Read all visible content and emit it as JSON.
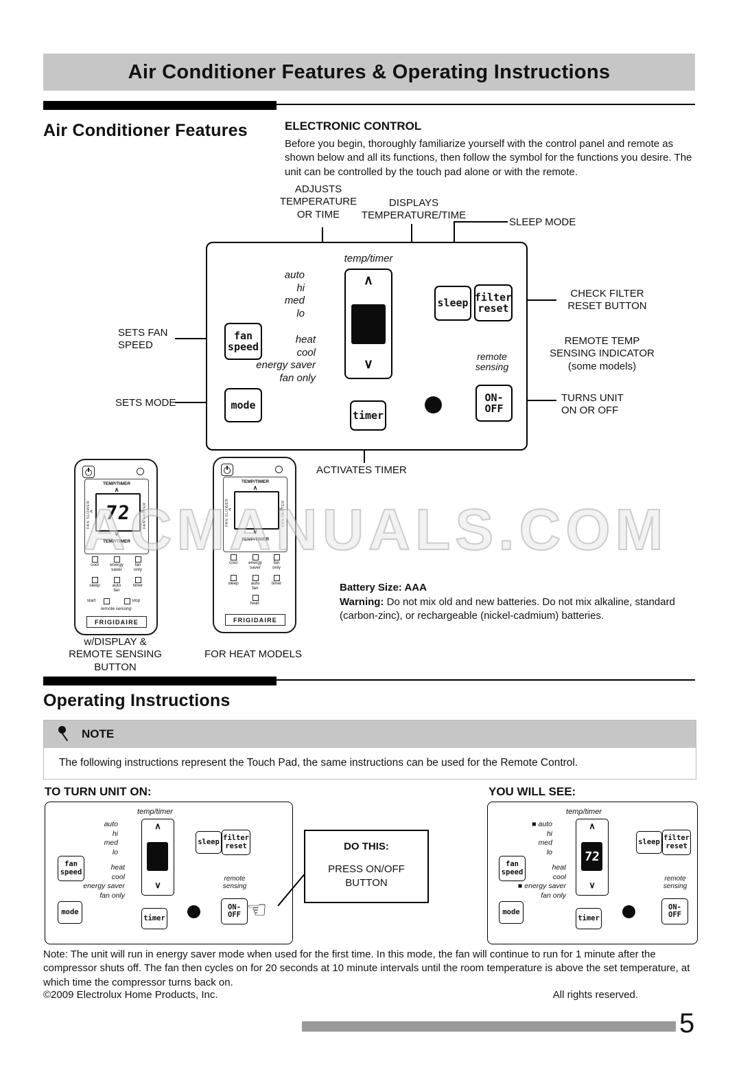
{
  "header": {
    "title": "Air Conditioner Features & Operating Instructions"
  },
  "features": {
    "heading": "Air Conditioner Features",
    "subheading": "ELECTRONIC CONTROL",
    "intro": "Before you begin, thoroughly familiarize yourself with the control panel and remote as shown below and all its functions, then follow the symbol for the functions you desire. The unit can be controlled by the touch pad alone or with the remote.",
    "callouts": {
      "adjusts_temperature": "ADJUSTS\nTEMPERATURE\nOR TIME",
      "displays_temperature": "DISPLAYS\nTEMPERATURE/TIME",
      "sleep_mode": "SLEEP MODE",
      "check_filter": "CHECK FILTER\nRESET BUTTON",
      "sets_fan_speed": "SETS FAN\nSPEED",
      "remote_temp": "REMOTE TEMP\nSENSING INDICATOR\n(some models)",
      "sets_mode": "SETS MODE",
      "turns_unit": "TURNS UNIT\nON OR OFF",
      "activates_timer": "ACTIVATES TIMER"
    }
  },
  "panel": {
    "temp_timer": "temp/timer",
    "up": "∧",
    "down": "∨",
    "fan_speeds": [
      "auto",
      "hi",
      "med",
      "lo"
    ],
    "modes": [
      "heat",
      "cool",
      "energy saver",
      "fan only"
    ],
    "fan_speed_btn": "fan\nspeed",
    "mode_btn": "mode",
    "sleep_btn": "sleep",
    "filter_reset_btn": "filter\nreset",
    "timer_btn": "timer",
    "onoff_btn": "ON-\nOFF",
    "remote_sensing": "remote\nsensing"
  },
  "remote": {
    "temp_timer": "TEMP/TIMER",
    "up": "∧",
    "down": "∨",
    "fan_slower": "FAN SLOWER",
    "fan_faster": "FAN FASTER",
    "wedge_left": "<",
    "wedge_right": ">",
    "display": "72",
    "buttons_row1": [
      "cool",
      "energy\nsaver",
      "fan\nonly"
    ],
    "buttons_row2": [
      "sleep",
      "auto\nfan",
      "timer"
    ],
    "start": "start",
    "stop": "stop",
    "remote_sensing": "remote sensing",
    "heat": "heat",
    "brand": "FRIGIDAIRE",
    "caption_left": "w/DISPLAY &\nREMOTE SENSING\nBUTTON",
    "caption_right": "FOR HEAT MODELS"
  },
  "battery": {
    "size": "Battery Size: AAA",
    "warning_label": "Warning:",
    "warning_text": " Do not mix old and new batteries. Do not mix alkaline, standard (carbon-zinc), or rechargeable (nickel-cadmium) batteries."
  },
  "watermark": "ACMANUALS.COM",
  "operating": {
    "heading": "Operating Instructions",
    "note_title": "NOTE",
    "note_body": "The following instructions represent the Touch Pad, the same instructions can be used for the Remote Control.",
    "turn_on_heading": "TO TURN UNIT ON:",
    "you_will_see_heading": "YOU WILL SEE:",
    "do_this_title": "DO THIS:",
    "do_this_body": "PRESS ON/OFF\nBUTTON",
    "bottom_note": "Note: The unit will run in energy saver mode when used for the first time. In this mode, the fan will continue to run for 1 minute after the compressor shuts off. The fan then cycles on for 20 seconds at 10 minute intervals until the room temperature is above the set temperature, at which time the compressor turns back on."
  },
  "you_will_see": {
    "fan_active": "■ auto",
    "mode_active": "■ energy saver",
    "display": "72"
  },
  "icons": {
    "pointing_hand": "☜"
  },
  "footer": {
    "copyright": "©2009 Electrolux Home Products, Inc.",
    "rights": "All rights reserved.",
    "page_number": "5"
  }
}
